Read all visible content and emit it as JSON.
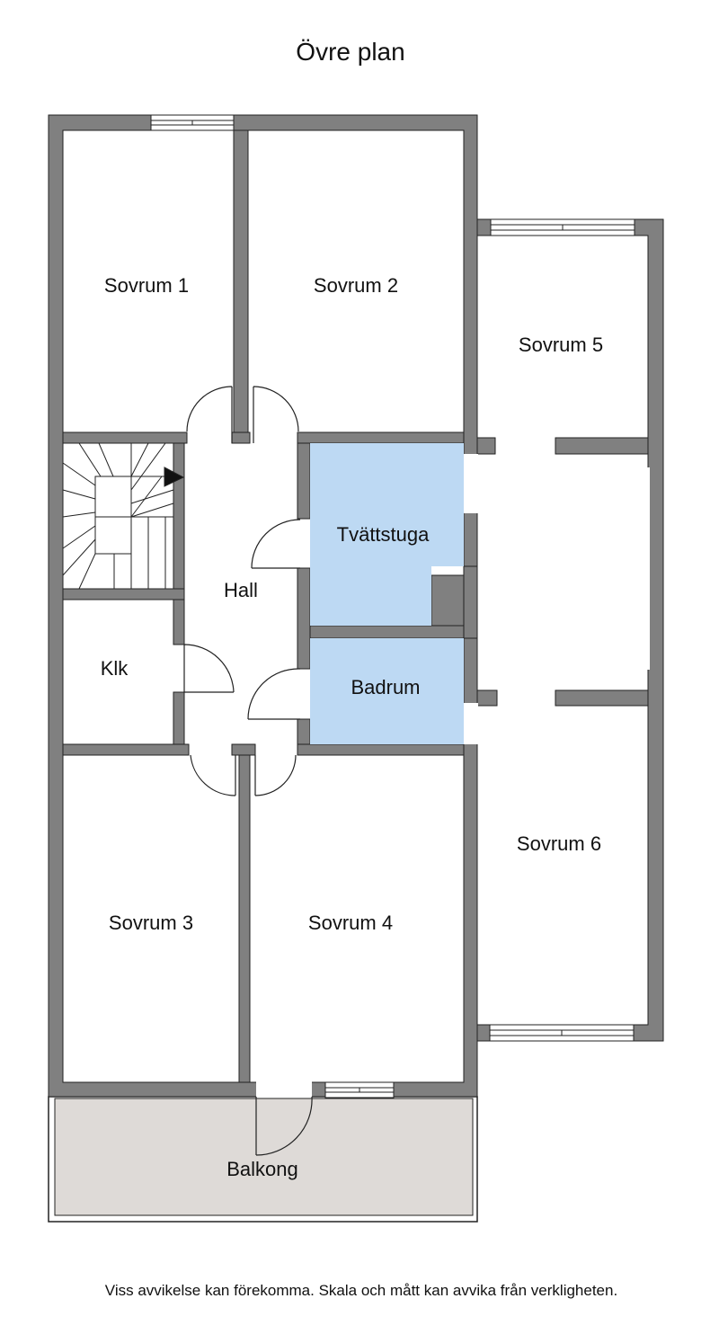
{
  "title": "Övre plan",
  "rooms": {
    "sovrum1": "Sovrum 1",
    "sovrum2": "Sovrum 2",
    "sovrum3": "Sovrum 3",
    "sovrum4": "Sovrum 4",
    "sovrum5": "Sovrum 5",
    "sovrum6": "Sovrum 6",
    "tvattstuga": "Tvättstuga",
    "badrum": "Badrum",
    "hall": "Hall",
    "klk": "Klk",
    "balkong": "Balkong"
  },
  "footer": "Viss avvikelse kan förekomma. Skala och mått kan avvika från verkligheten.",
  "colors": {
    "wall": "#808080",
    "wet_room": "#bdd9f3",
    "balcony": "#dedad7",
    "line": "#222222"
  }
}
